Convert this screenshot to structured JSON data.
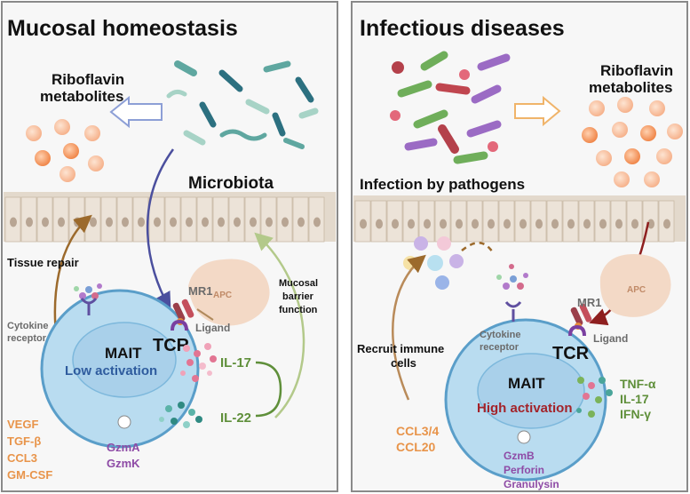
{
  "left": {
    "title": "Mucosal homeostasis",
    "riboflavin": [
      "Riboflavin",
      "metabolites"
    ],
    "microbiota": "Microbiota",
    "tissue_repair": "Tissue repair",
    "mucosal_barrier": [
      "Mucosal",
      "barrier",
      "function"
    ],
    "apc": "APC",
    "mr1": "MR1",
    "ligand": "Ligand",
    "cytokine_receptor": [
      "Cytokine",
      "receptor"
    ],
    "tcr": "TCR",
    "mait": "MAIT",
    "activation": "Low activation",
    "il17": "IL-17",
    "il22": "IL-22",
    "growth_factors": [
      "VEGF",
      "TGF-β",
      "CCL3",
      "GM-CSF"
    ],
    "granzymes": [
      "GzmA",
      "GzmK"
    ]
  },
  "right": {
    "title": "Infectious diseases",
    "riboflavin": [
      "Riboflavin",
      "metabolites"
    ],
    "infection": "Infection by pathogens",
    "recruit": [
      "Recruit immune",
      "cells"
    ],
    "apc": "APC",
    "mr1": "MR1",
    "ligand": "Ligand",
    "cytokine_receptor": [
      "Cytokine",
      "receptor"
    ],
    "tcr": "TCR",
    "mait": "MAIT",
    "activation": "High activation",
    "cytokines": [
      "TNF-α",
      "IL-17",
      "IFN-γ"
    ],
    "chemokines": [
      "CCL3/4",
      "CCL20"
    ],
    "cytotoxic": [
      "GzmB",
      "Perforin",
      "Granulysin"
    ]
  },
  "colors": {
    "panel_border": "#8a8a8a",
    "epithelium": "#e3d9cc",
    "cell": "#b9dcf0",
    "cell_border": "#5a9ec9",
    "low_activation": "#2f5c9e",
    "high_activation": "#a3232a",
    "green_text": "#5f8f3a",
    "orange_text": "#e8944a",
    "purple_text": "#8e4ba6"
  }
}
